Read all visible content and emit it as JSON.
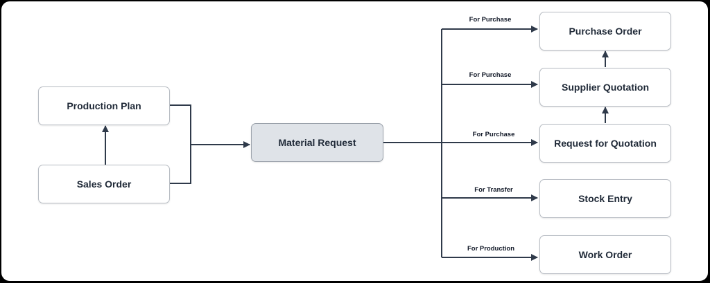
{
  "diagram": {
    "nodes": {
      "production_plan": "Production Plan",
      "sales_order": "Sales Order",
      "material_request": "Material Request",
      "purchase_order": "Purchase Order",
      "supplier_quotation": "Supplier Quotation",
      "request_for_quotation": "Request for Quotation",
      "stock_entry": "Stock Entry",
      "work_order": "Work Order"
    },
    "edge_labels": {
      "purchase_order": "For Purchase",
      "supplier_quotation": "For Purchase",
      "request_for_quotation": "For Purchase",
      "stock_entry": "For Transfer",
      "work_order": "For Production"
    },
    "colors": {
      "line": "#2f3a4a",
      "hub_fill": "#dfe3e8",
      "node_border": "#b7bcc3"
    }
  }
}
